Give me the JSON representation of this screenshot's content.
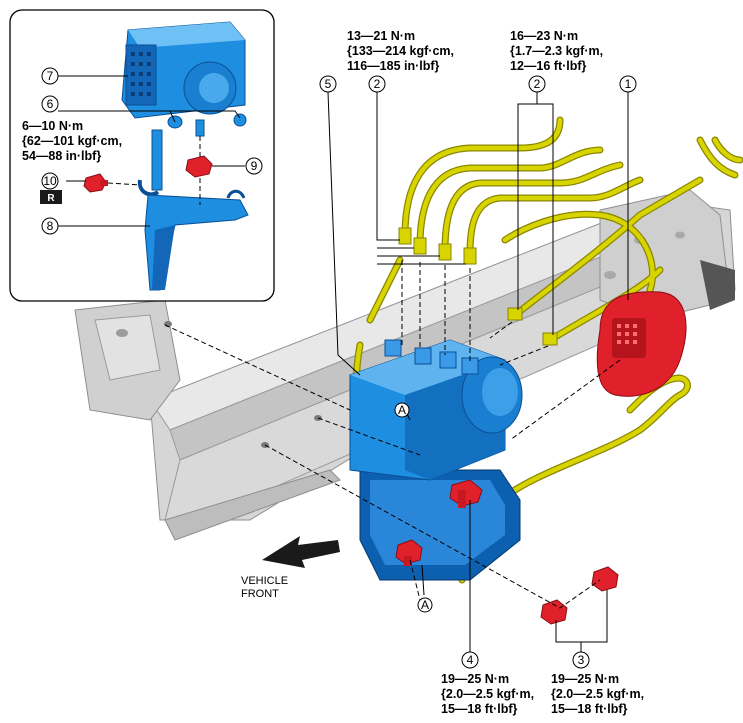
{
  "callouts": {
    "c1": "1",
    "c2a": "2",
    "c2b": "2",
    "c3": "3",
    "c4": "4",
    "c5": "5",
    "c6": "6",
    "c7": "7",
    "c8": "8",
    "c9": "9",
    "c10": "10",
    "refA1": "A",
    "refA2": "A",
    "replace_mark": "R"
  },
  "torque": {
    "t2a": [
      "13—21 N·m",
      "{133—214 kgf·cm,",
      "116—185 in·lbf}"
    ],
    "t2b": [
      "16—23 N·m",
      "{1.7—2.3 kgf·m,",
      "12—16 ft·lbf}"
    ],
    "t6": [
      "6—10 N·m",
      "{62—101 kgf·cm,",
      "54—88 in·lbf}"
    ],
    "t4": [
      "19—25 N·m",
      "{2.0—2.5 kgf·m,",
      "15—18 ft·lbf}"
    ],
    "t3": [
      "19—25 N·m",
      "{2.0—2.5 kgf·m,",
      "15—18 ft·lbf}"
    ]
  },
  "direction": [
    "VEHICLE",
    "FRONT"
  ],
  "colors": {
    "hcu_blue": "#1e8fe0",
    "hcu_blue_dark": "#0d5fb0",
    "brake_pipe_yellow": "#d8d400",
    "brake_pipe_dark": "#8a8600",
    "connector_red": "#e0202a",
    "frame_gray": "#d2d2d2",
    "frame_gray_dark": "#8f8f8f"
  }
}
